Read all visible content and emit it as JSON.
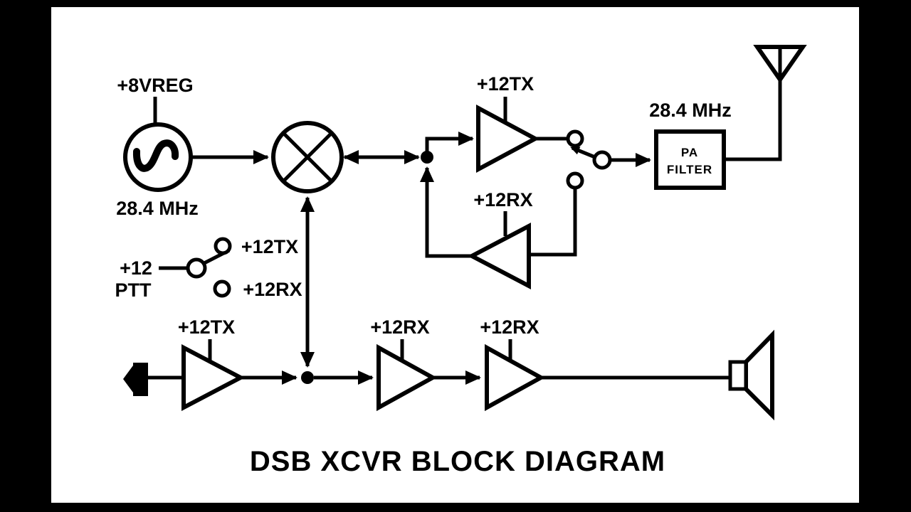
{
  "title": "DSB XCVR BLOCK DIAGRAM",
  "colors": {
    "ink": "#000000",
    "paper": "#ffffff"
  },
  "oscillator": {
    "supply": "+8VREG",
    "freq": "28.4 MHz"
  },
  "tx_amp": {
    "label": "+12TX"
  },
  "rx_amp": {
    "label": "+12RX"
  },
  "pa_filter": {
    "freq": "28.4 MHz",
    "line1": "PA",
    "line2": "FILTER"
  },
  "ptt_switch": {
    "supply": "+12",
    "label": "PTT",
    "tx": "+12TX",
    "rx": "+12RX"
  },
  "audio_chain": {
    "mic_amp": "+12TX",
    "rx_amp1": "+12RX",
    "rx_amp2": "+12RX"
  }
}
